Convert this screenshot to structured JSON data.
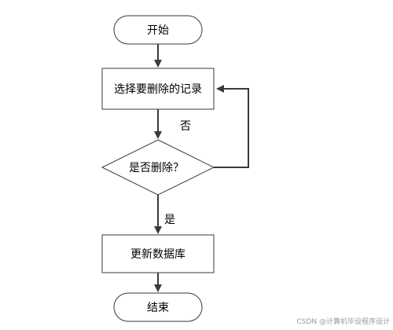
{
  "diagram": {
    "nodes": {
      "start": "开始",
      "select": "选择要删除的记录",
      "decision": "是否删除？",
      "update": "更新数据库",
      "end": "结束"
    },
    "edges": {
      "no_label": "否",
      "yes_label": "是"
    }
  },
  "watermark": "CSDN @计算机毕设程序设计"
}
